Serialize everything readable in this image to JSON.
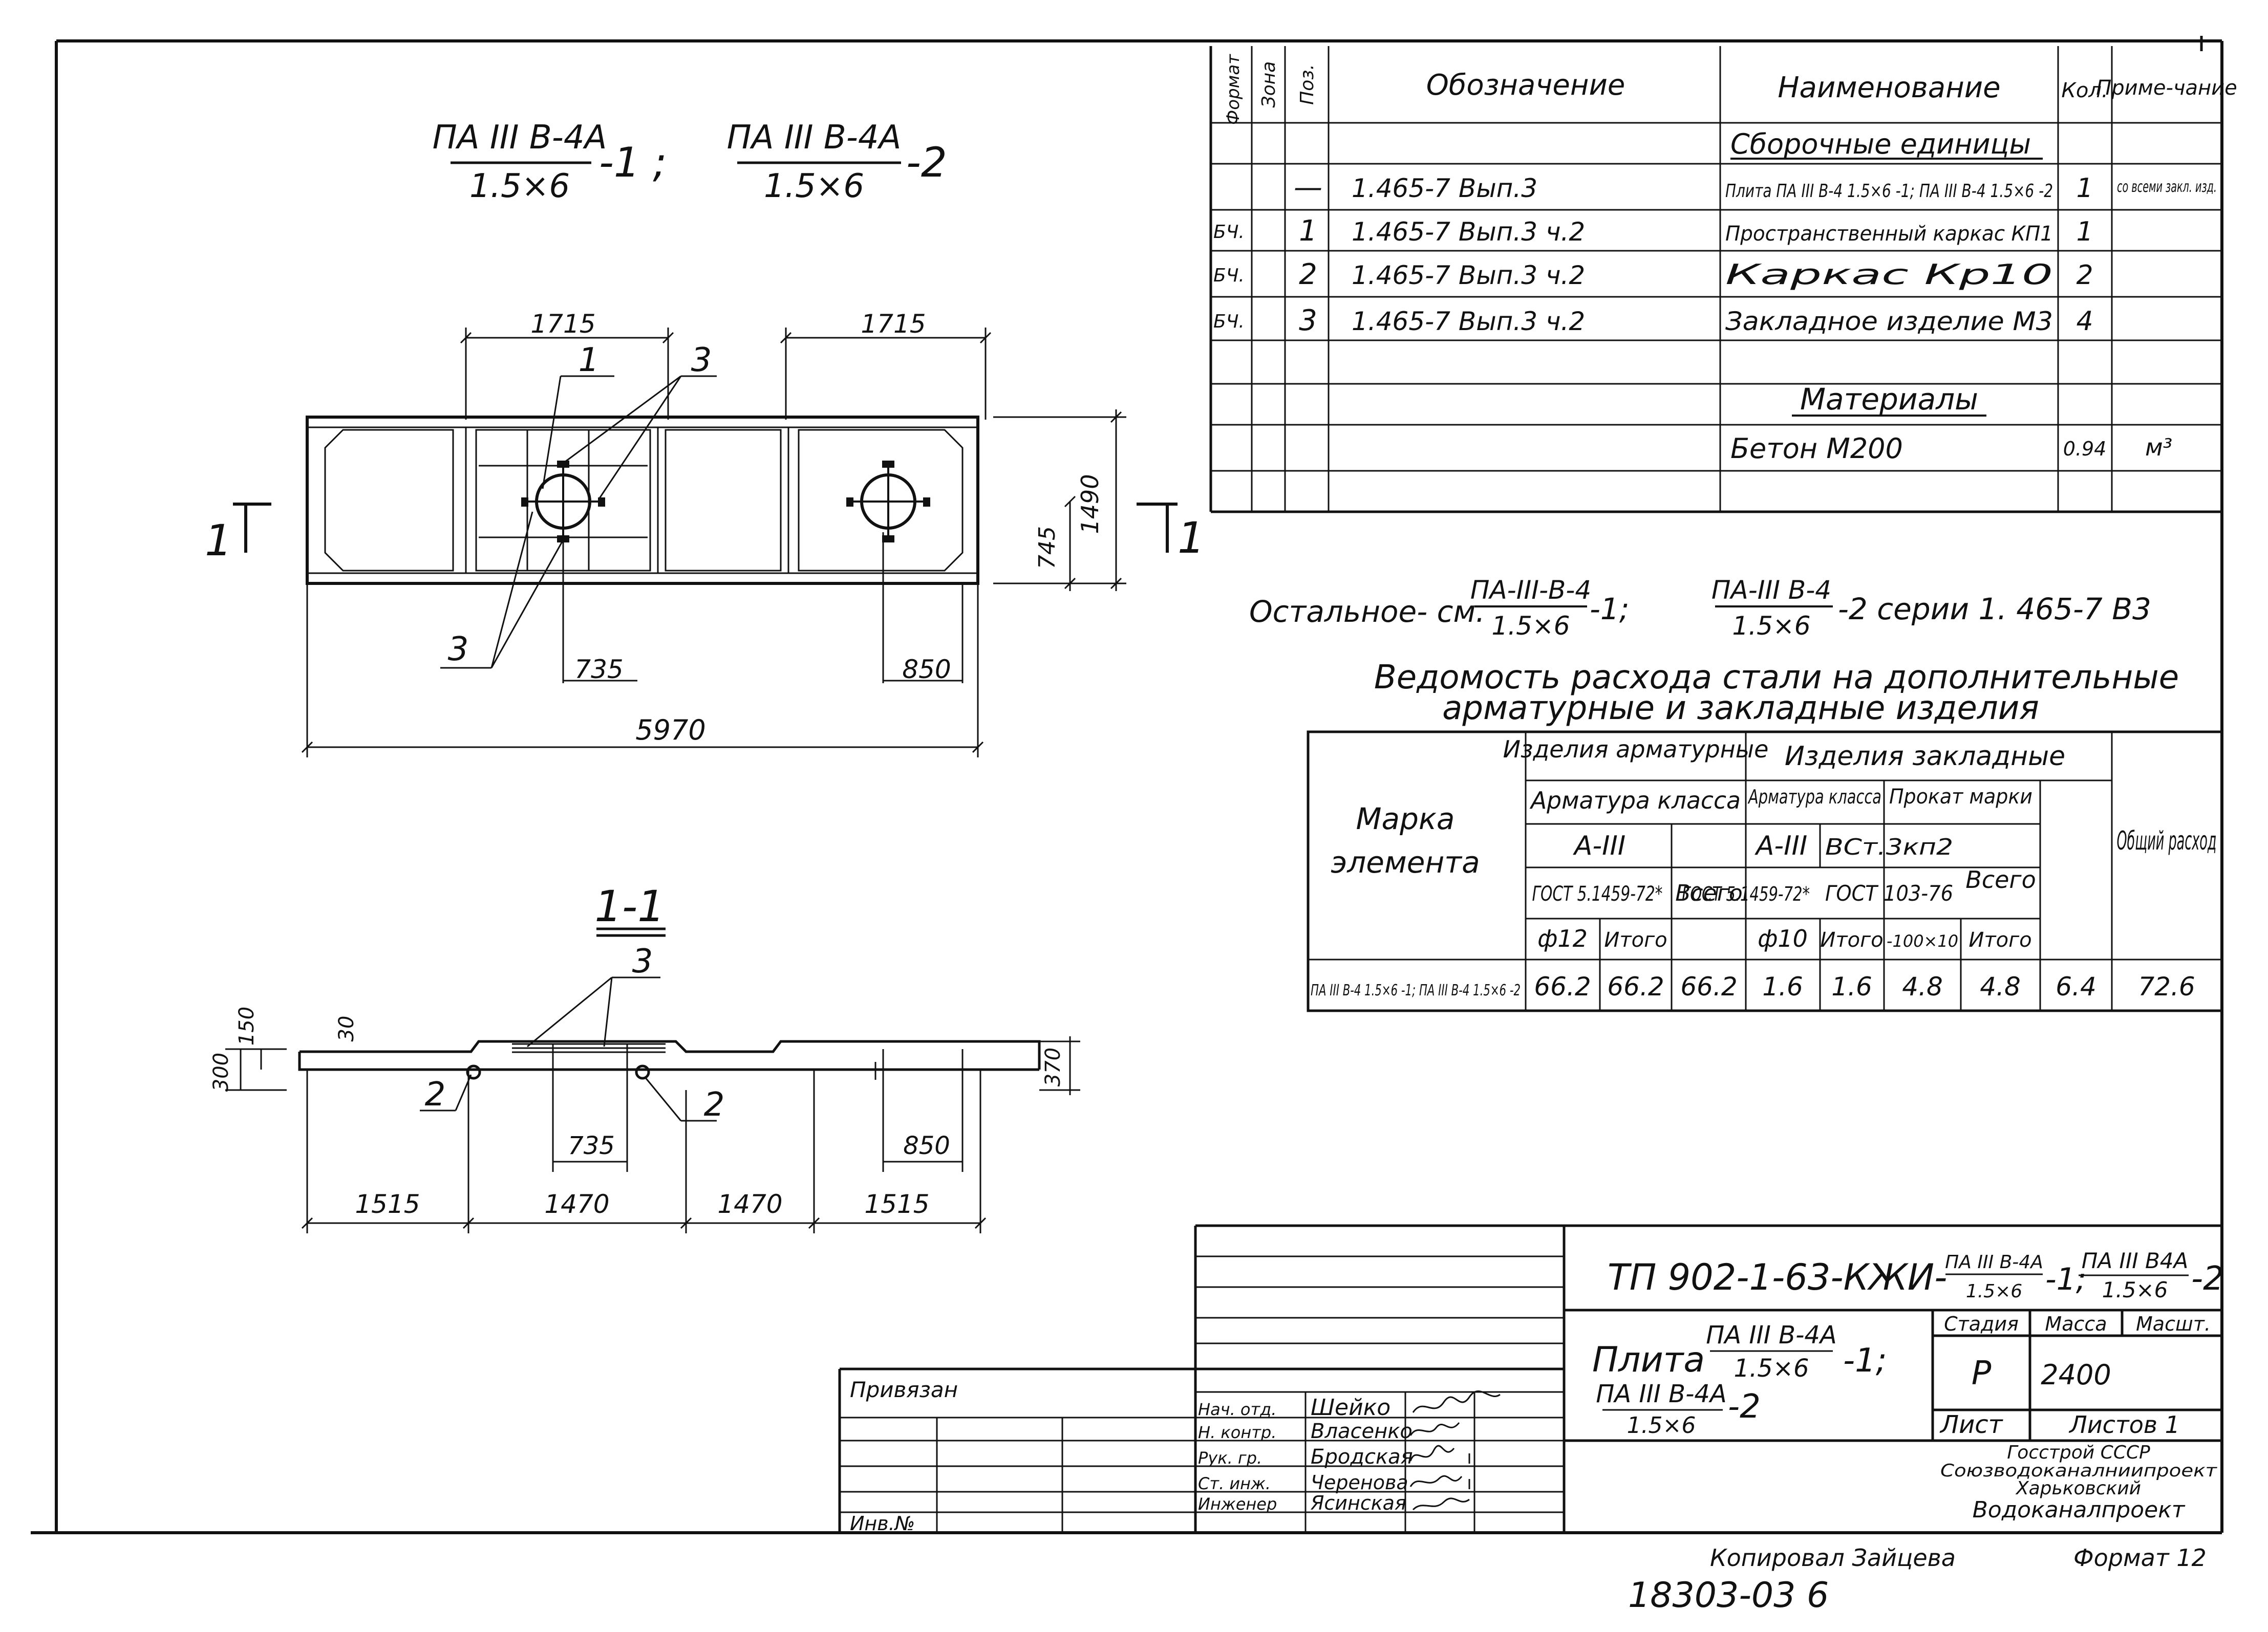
{
  "drawing_title": {
    "left_num": "ПА III В-4А",
    "left_den": "1.5×6",
    "left_suffix": "-1 ;",
    "right_num": "ПА III В-4А",
    "right_den": "1.5×6",
    "right_suffix": "-2"
  },
  "plan_dims": {
    "top_left": "1715",
    "top_right": "1715",
    "height_total": "1490",
    "height_half": "745",
    "bot_735": "735",
    "bot_850": "850",
    "length": "5970",
    "callout_1": "1",
    "callout_3_top": "3",
    "callout_3_bot": "3",
    "section_left": "1",
    "section_right": "1"
  },
  "section": {
    "title": "1-1",
    "callout_3": "3",
    "callout_2_left": "2",
    "callout_2_right": "2",
    "dim_300": "300",
    "dim_150": "150",
    "dim_30": "30",
    "dim_370": "370",
    "dim_735": "735",
    "dim_850": "850",
    "spans": [
      "1515",
      "1470",
      "1470",
      "1515"
    ]
  },
  "spec_table": {
    "headers": {
      "format": "Формат",
      "zone": "Зона",
      "pos": "Поз.",
      "designation": "Обозначение",
      "name": "Наименование",
      "qty": "Кол.",
      "note": "Приме-чание"
    },
    "section_assembly": "Сборочные единицы",
    "section_materials": "Материалы",
    "rows": [
      {
        "format": "",
        "pos": "—",
        "designation": "1.465-7  Вып.3",
        "name": "Плита ПА III В-4 1.5×6 -1; ПА III В-4 1.5×6 -2",
        "qty": "1",
        "note": "со всеми закл. изд."
      },
      {
        "format": "БЧ.",
        "pos": "1",
        "designation": "1.465-7  Вып.3 ч.2",
        "name": "Пространственный каркас КП1",
        "qty": "1",
        "note": ""
      },
      {
        "format": "БЧ.",
        "pos": "2",
        "designation": "1.465-7  Вып.3 ч.2",
        "name": "Каркас           Кр10",
        "qty": "2",
        "note": ""
      },
      {
        "format": "БЧ.",
        "pos": "3",
        "designation": "1.465-7  Вып.3 ч.2",
        "name": "Закладное изделие М3",
        "qty": "4",
        "note": ""
      }
    ],
    "material": {
      "name": "Бетон  М200",
      "qty": "0.94",
      "note": "м³"
    }
  },
  "remainder_note": {
    "prefix": "Остальное- см.",
    "frac1_num": "ПА-III-В-4",
    "frac1_den": "1.5×6",
    "sep": "-1;",
    "frac2_num": "ПА-III В-4",
    "frac2_den": "1.5×6",
    "suffix": "-2 серии 1. 465-7 В3"
  },
  "steel_table": {
    "title_line1": "Ведомость расхода стали на дополнительные",
    "title_line2": "арматурные и закладные изделия",
    "mark_header": "Марка элемента",
    "arm_products": "Изделия арматурные",
    "emb_products": "Изделия закладные",
    "arm_class": "Арматура класса",
    "arm_class2": "Арматура класса",
    "rolled": "Прокат марки",
    "a3": "А-III",
    "a3b": "А-III",
    "gost1": "ГОСТ 5.1459-72*",
    "gost2": "ГОСТ 5.1459-72*",
    "vst": "ВСт.3кп2",
    "gost3": "ГОСТ 103-76",
    "total": "Всего",
    "total2": "Всего",
    "general": "Общий расход",
    "phi12": "ф12",
    "phi10": "ф10",
    "itogo": "Итого",
    "itogo2": "Итого",
    "itogo3": "Итого",
    "flat": "-100×10",
    "row_mark": "ПА III В-4 1.5×6 -1; ПА III В-4 1.5×6 -2",
    "values": [
      "66.2",
      "66.2",
      "66.2",
      "1.6",
      "1.6",
      "4.8",
      "4.8",
      "6.4",
      "72.6"
    ]
  },
  "title_block": {
    "code": "ТП 902-1-63-КЖИ-",
    "code_frac1_num": "ПА III В-4А",
    "code_frac1_den": "1.5×6",
    "code_sep": "-1;",
    "code_frac2_num": "ПА III В4А",
    "code_frac2_den": "1.5×6",
    "code_suffix": "-2",
    "item": "Плита",
    "item_frac1_num": "ПА III В-4А",
    "item_frac1_den": "1.5×6",
    "item_sep": "-1;",
    "item_frac2_num": "ПА III В-4А",
    "item_frac2_den": "1.5×6",
    "item_suffix": "-2",
    "stage_label": "Стадия",
    "mass_label": "Масса",
    "scale_label": "Масшт.",
    "stage": "Р",
    "mass": "2400",
    "sheet_label": "Лист",
    "sheets_label": "Листов 1",
    "org": [
      "Госстрой СССР",
      "Союзводоканалниипроект",
      "Харьковский",
      "Водоканалпроект"
    ],
    "tied": "Привязан",
    "inv": "Инв.№",
    "roles": [
      {
        "role": "Нач. отд.",
        "name": "Шейко"
      },
      {
        "role": "Н. контр.",
        "name": "Власенко"
      },
      {
        "role": "Рук. гр.",
        "name": "Бродская"
      },
      {
        "role": "Ст. инж.",
        "name": "Черенова"
      },
      {
        "role": "Инженер",
        "name": "Ясинская"
      }
    ]
  },
  "footer": {
    "copied": "Копировал Зайцева",
    "format": "Формат 12",
    "number": "18303-03   6"
  }
}
